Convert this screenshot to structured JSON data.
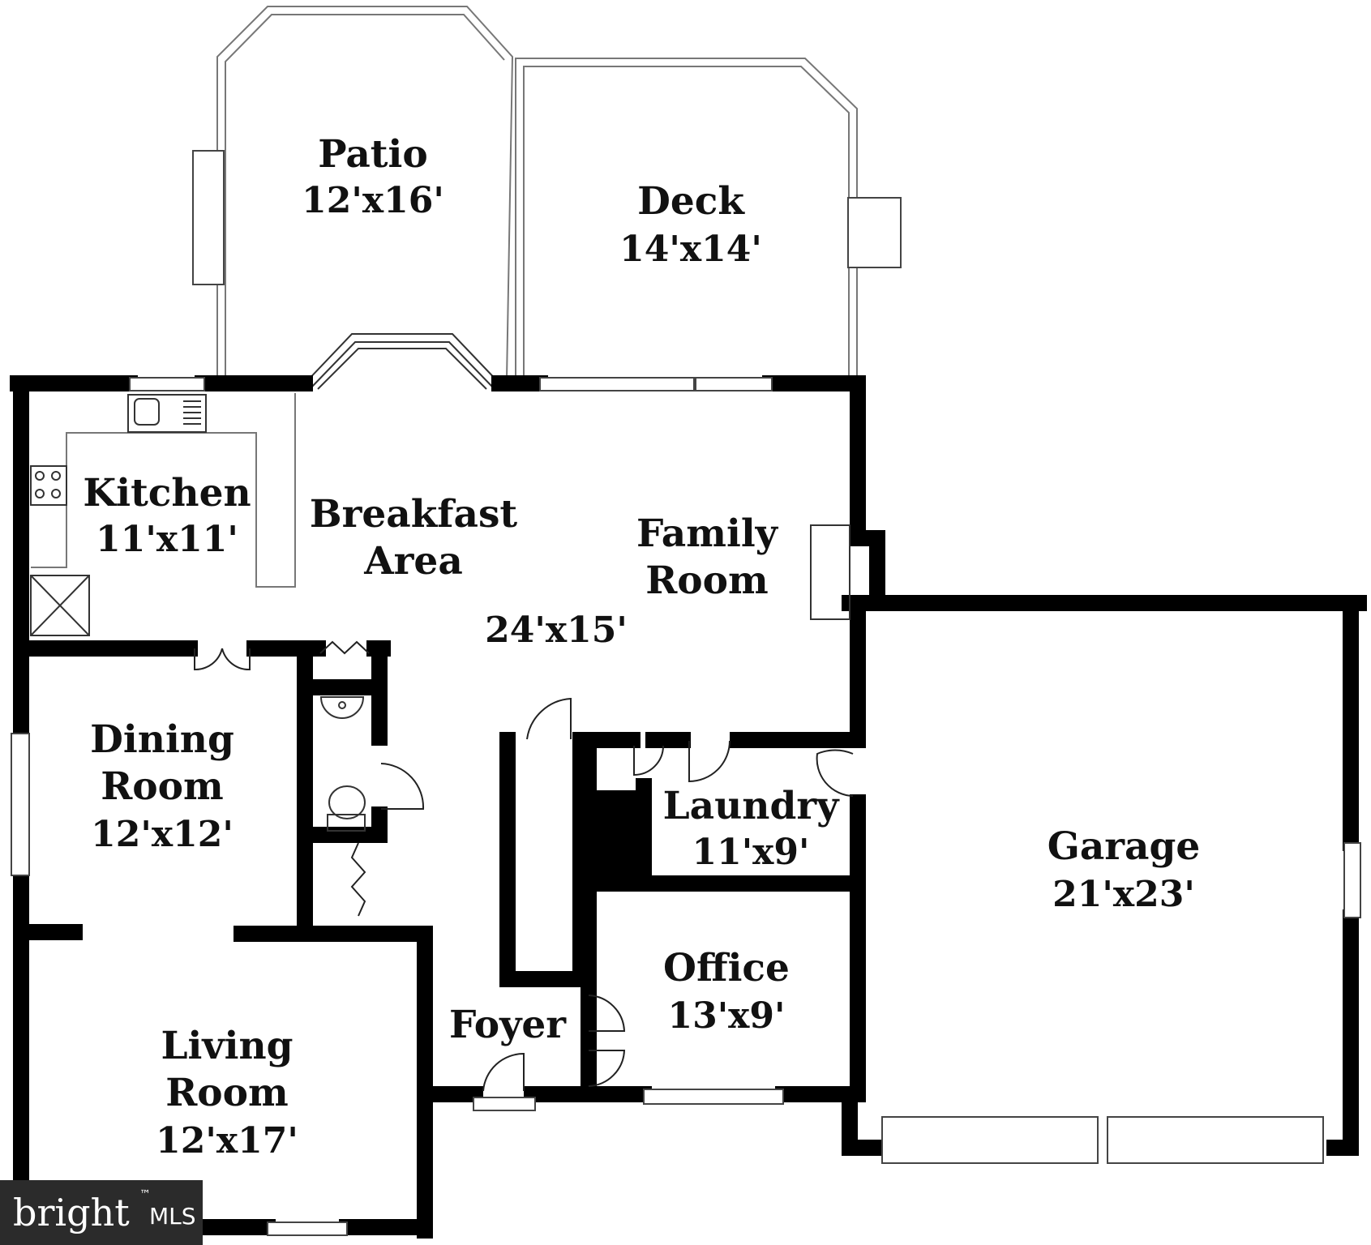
{
  "rooms": {
    "patio": {
      "name": "Patio",
      "dim": "12'x16'"
    },
    "deck": {
      "name": "Deck",
      "dim": "14'x14'"
    },
    "kitchen": {
      "name": "Kitchen",
      "dim": "11'x11'"
    },
    "breakfast": {
      "name1": "Breakfast",
      "name2": "Area"
    },
    "family": {
      "name1": "Family",
      "name2": "Room",
      "dim": "24'x15'"
    },
    "dining": {
      "name1": "Dining",
      "name2": "Room",
      "dim": "12'x12'"
    },
    "laundry": {
      "name": "Laundry",
      "dim": "11'x9'"
    },
    "garage": {
      "name": "Garage",
      "dim": "21'x23'"
    },
    "office": {
      "name": "Office",
      "dim": "13'x9'"
    },
    "foyer": {
      "name": "Foyer"
    },
    "living": {
      "name1": "Living",
      "name2": "Room",
      "dim": "12'x17'"
    }
  },
  "watermark": {
    "brand": "bright",
    "suffix": "MLS",
    "tm": "™"
  },
  "colors": {
    "wall": "#000000",
    "background": "#ffffff",
    "watermark_bg": "#2b2b2b"
  }
}
